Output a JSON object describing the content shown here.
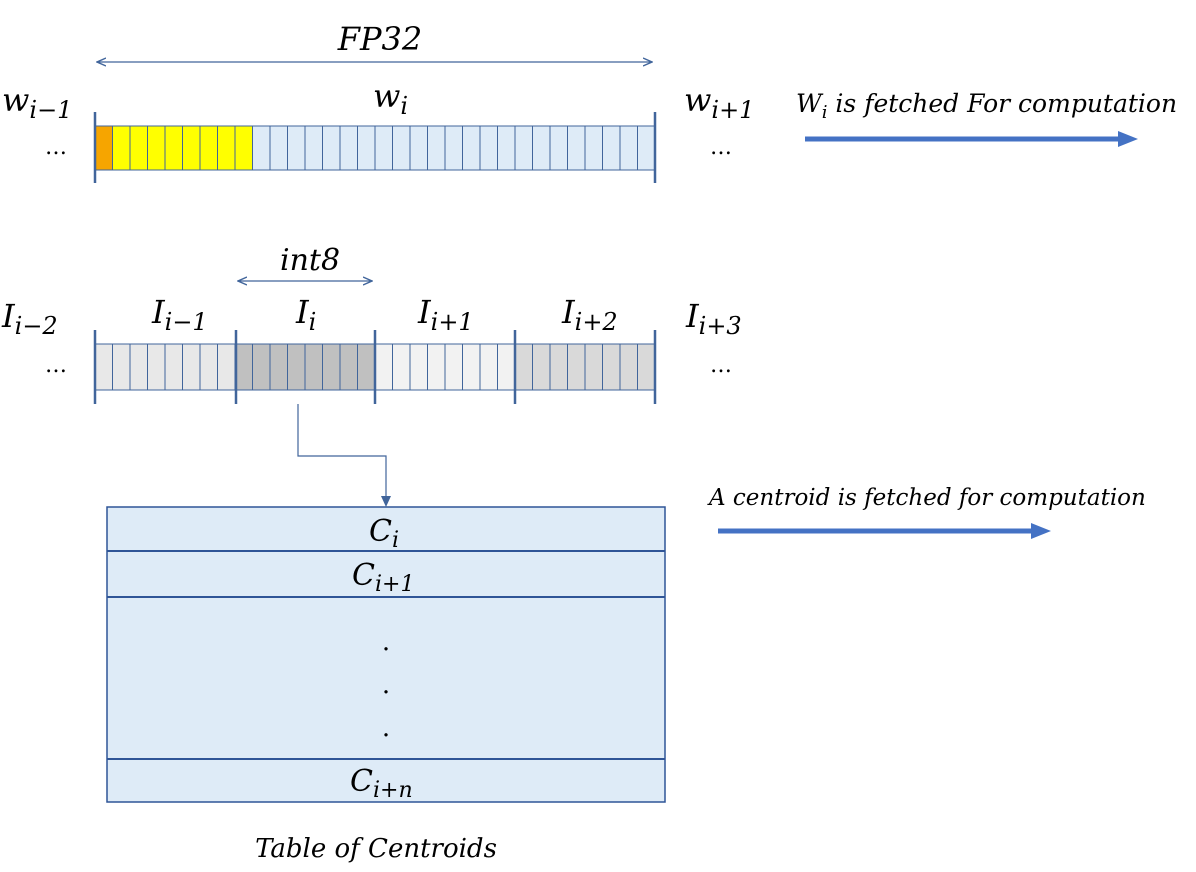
{
  "fp32": {
    "span_label": "FP32",
    "left_label": "w",
    "left_sub": "i−1",
    "center_label": "w",
    "center_sub": "i",
    "right_label": "w",
    "right_sub": "i+1",
    "left_ellipsis": "…",
    "right_ellipsis": "…",
    "bits_total": 32,
    "orange_bits": 1,
    "yellow_bits": 8,
    "fetch_main": "W",
    "fetch_sub": "i",
    "fetch_rest": " is fetched For computation"
  },
  "int8": {
    "span_label": "int8",
    "left_ellipsis": "…",
    "right_ellipsis": "…",
    "outer_left": {
      "main": "I",
      "sub": "i−2"
    },
    "outer_right": {
      "main": "I",
      "sub": "i+3"
    },
    "segments": [
      {
        "main": "I",
        "sub": "i−1"
      },
      {
        "main": "I",
        "sub": "i"
      },
      {
        "main": "I",
        "sub": "i+1"
      },
      {
        "main": "I",
        "sub": "i+2"
      }
    ],
    "bits_per_segment": 8
  },
  "centroids": {
    "fetch_text": "A centroid is fetched for computation",
    "rows": [
      {
        "main": "C",
        "sub": "i"
      },
      {
        "main": "C",
        "sub": "i+1"
      }
    ],
    "dots": [
      ".",
      ".",
      "."
    ],
    "last": {
      "main": "C",
      "sub": "i+n"
    },
    "caption": "Table of Centroids"
  },
  "colors": {
    "line": "#41659B",
    "arrow": "#4472C4",
    "orange": "#F6A500",
    "yellow": "#FFFF00",
    "light_blue": "#DEEBF7",
    "seg_fills": [
      "#E8E8E8",
      "#C0C0C0",
      "#F2F2F2",
      "#D9D9D9"
    ]
  }
}
